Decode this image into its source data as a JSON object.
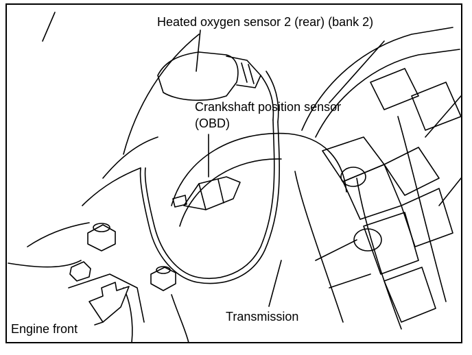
{
  "labels": {
    "heated_oxygen_sensor": "Heated oxygen sensor 2 (rear) (bank 2)",
    "crankshaft_sensor_line1": "Crankshaft position sensor",
    "crankshaft_sensor_line2": "(OBD)",
    "transmission": "Transmission",
    "engine_front": "Engine front"
  },
  "colors": {
    "ink": "#000000",
    "paper": "#ffffff"
  }
}
